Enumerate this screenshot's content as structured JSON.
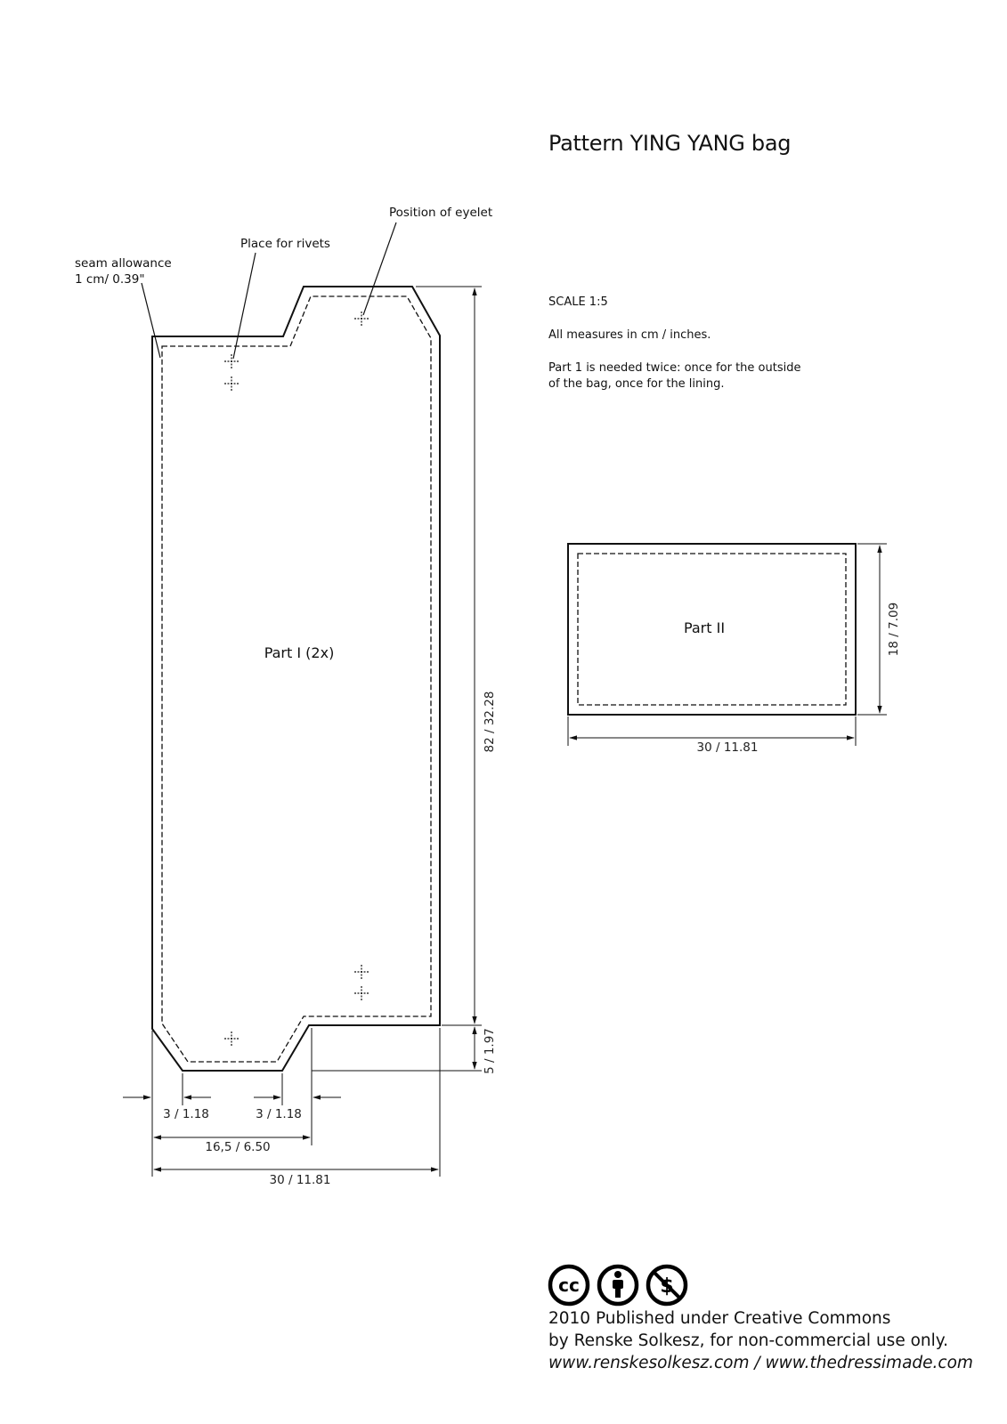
{
  "title": "Pattern YING YANG bag",
  "notes": {
    "scale": "SCALE 1:5",
    "measures": "All measures in cm / inches.",
    "part1_line1": "Part 1 is needed twice: once for the outside",
    "part1_line2": "of the bag, once for the lining."
  },
  "annotations": {
    "eyelet": "Position of eyelet",
    "rivets": "Place for rivets",
    "seam_line1": "seam allowance",
    "seam_line2": "1 cm/ 0.39\""
  },
  "parts": {
    "part1": "Part I (2x)",
    "part2": "Part II"
  },
  "dimensions": {
    "part1_height": "82 / 32.28",
    "part1_notch": "5 / 1.97",
    "part1_corner_left": "3 / 1.18",
    "part1_corner_right": "3 / 1.18",
    "part1_bottom_inner": "16,5 / 6.50",
    "part1_width": "30 / 11.81",
    "part2_height": "18 / 7.09",
    "part2_width": "30 / 11.81"
  },
  "license": {
    "icons": [
      "cc-icon",
      "attribution-icon",
      "non-commercial-icon"
    ],
    "line1": "2010 Published under Creative Commons",
    "line2": "by Renske Solkesz, for non-commercial use only.",
    "line3": "www.renskesolkesz.com / www.thedressimade.com"
  }
}
